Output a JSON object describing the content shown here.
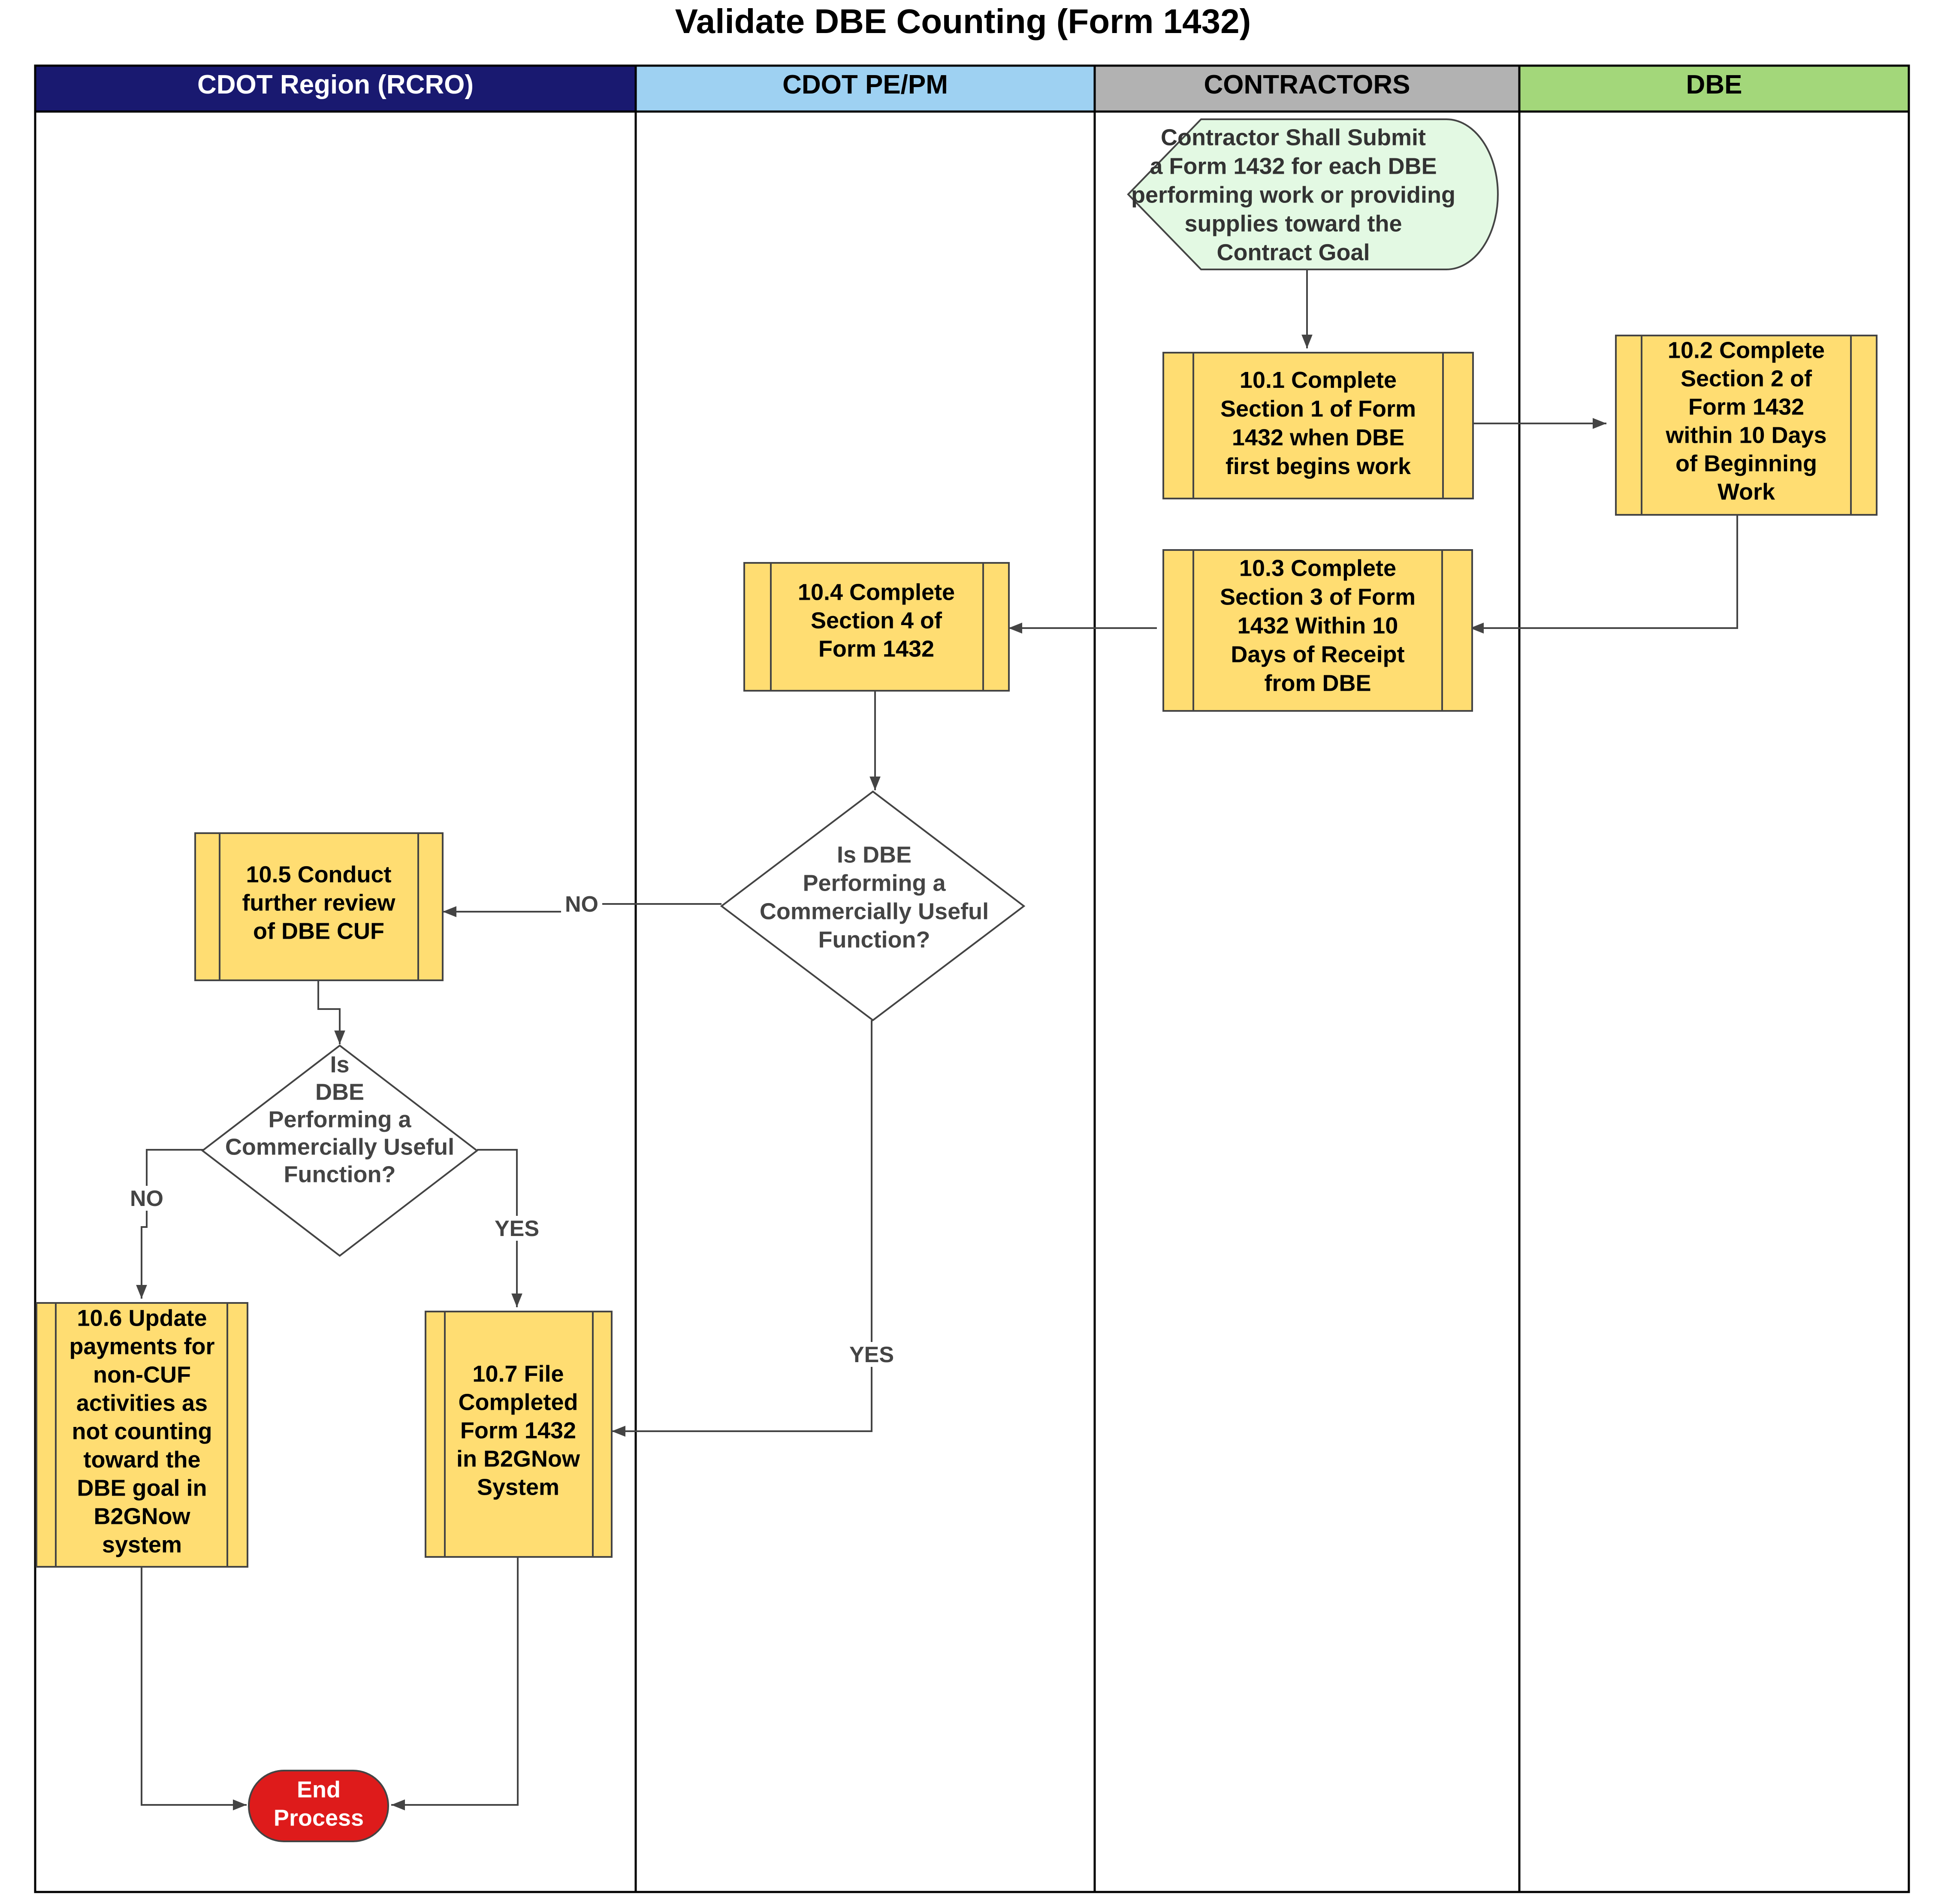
{
  "title": "Validate DBE Counting (Form 1432)",
  "lanes": [
    {
      "id": "rcro",
      "label": "CDOT Region (RCRO)",
      "header_color": "#191970",
      "text_color": "#ffffff"
    },
    {
      "id": "pepm",
      "label": "CDOT PE/PM",
      "header_color": "#9ed1f2",
      "text_color": "#000000"
    },
    {
      "id": "contractors",
      "label": "CONTRACTORS",
      "header_color": "#b2b2b2",
      "text_color": "#000000"
    },
    {
      "id": "dbe",
      "label": "DBE",
      "header_color": "#a3d77a",
      "text_color": "#000000"
    }
  ],
  "colors": {
    "process_fill": "#ffdd72",
    "start_fill": "#e3f9e3",
    "end_fill": "#de1b1b",
    "line": "#444444"
  },
  "nodes": {
    "start": {
      "lines": [
        "Contractor Shall Submit",
        "a Form 1432 for each DBE",
        "performing work or providing",
        "supplies toward the",
        "Contract Goal"
      ]
    },
    "p101": {
      "lines": [
        "10.1 Complete",
        "Section 1 of Form",
        "1432 when DBE",
        "first begins work"
      ]
    },
    "p102": {
      "lines": [
        "10.2 Complete",
        "Section 2 of",
        "Form 1432",
        "within 10 Days",
        "of Beginning",
        "Work"
      ]
    },
    "p103": {
      "lines": [
        "10.3 Complete",
        "Section 3 of Form",
        "1432 Within 10",
        "Days of Receipt",
        "from DBE"
      ]
    },
    "p104": {
      "lines": [
        "10.4 Complete",
        "Section 4 of",
        "Form 1432"
      ]
    },
    "d1": {
      "lines": [
        "Is DBE",
        "Performing a",
        "Commercially Useful",
        "Function?"
      ]
    },
    "p105": {
      "lines": [
        "10.5 Conduct",
        "further review",
        "of DBE CUF"
      ]
    },
    "d2": {
      "lines": [
        "Is",
        "DBE",
        "Performing a",
        "Commercially Useful",
        "Function?"
      ]
    },
    "p106": {
      "lines": [
        "10.6 Update",
        "payments for",
        "non-CUF",
        "activities as",
        "not counting",
        "toward the",
        "DBE goal in",
        "B2GNow",
        "system"
      ]
    },
    "p107": {
      "lines": [
        "10.7 File",
        "Completed",
        "Form 1432",
        "in B2GNow",
        "System"
      ]
    },
    "end": {
      "lines": [
        "End",
        "Process"
      ]
    }
  },
  "edge_labels": {
    "d1_no": "NO",
    "d1_yes": "YES",
    "d2_no": "NO",
    "d2_yes": "YES"
  }
}
